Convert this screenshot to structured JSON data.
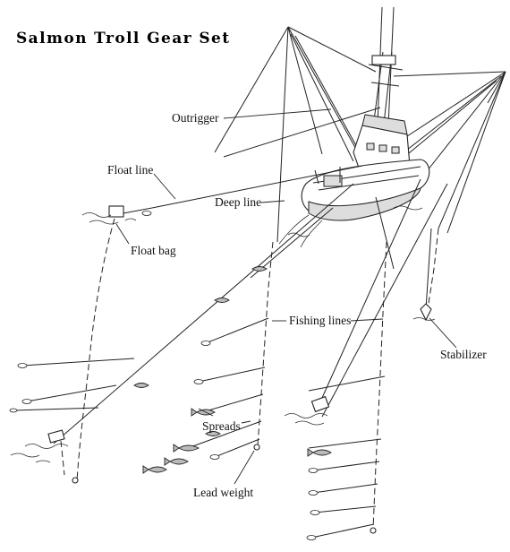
{
  "title": "Salmon Troll Gear Set",
  "labels": {
    "outrigger": "Outrigger",
    "float_line": "Float line",
    "deep_line": "Deep line",
    "float_bag": "Float bag",
    "fishing_lines": "Fishing lines",
    "stabilizer": "Stabilizer",
    "spreads": "Spreads",
    "lead_weight": "Lead weight"
  }
}
